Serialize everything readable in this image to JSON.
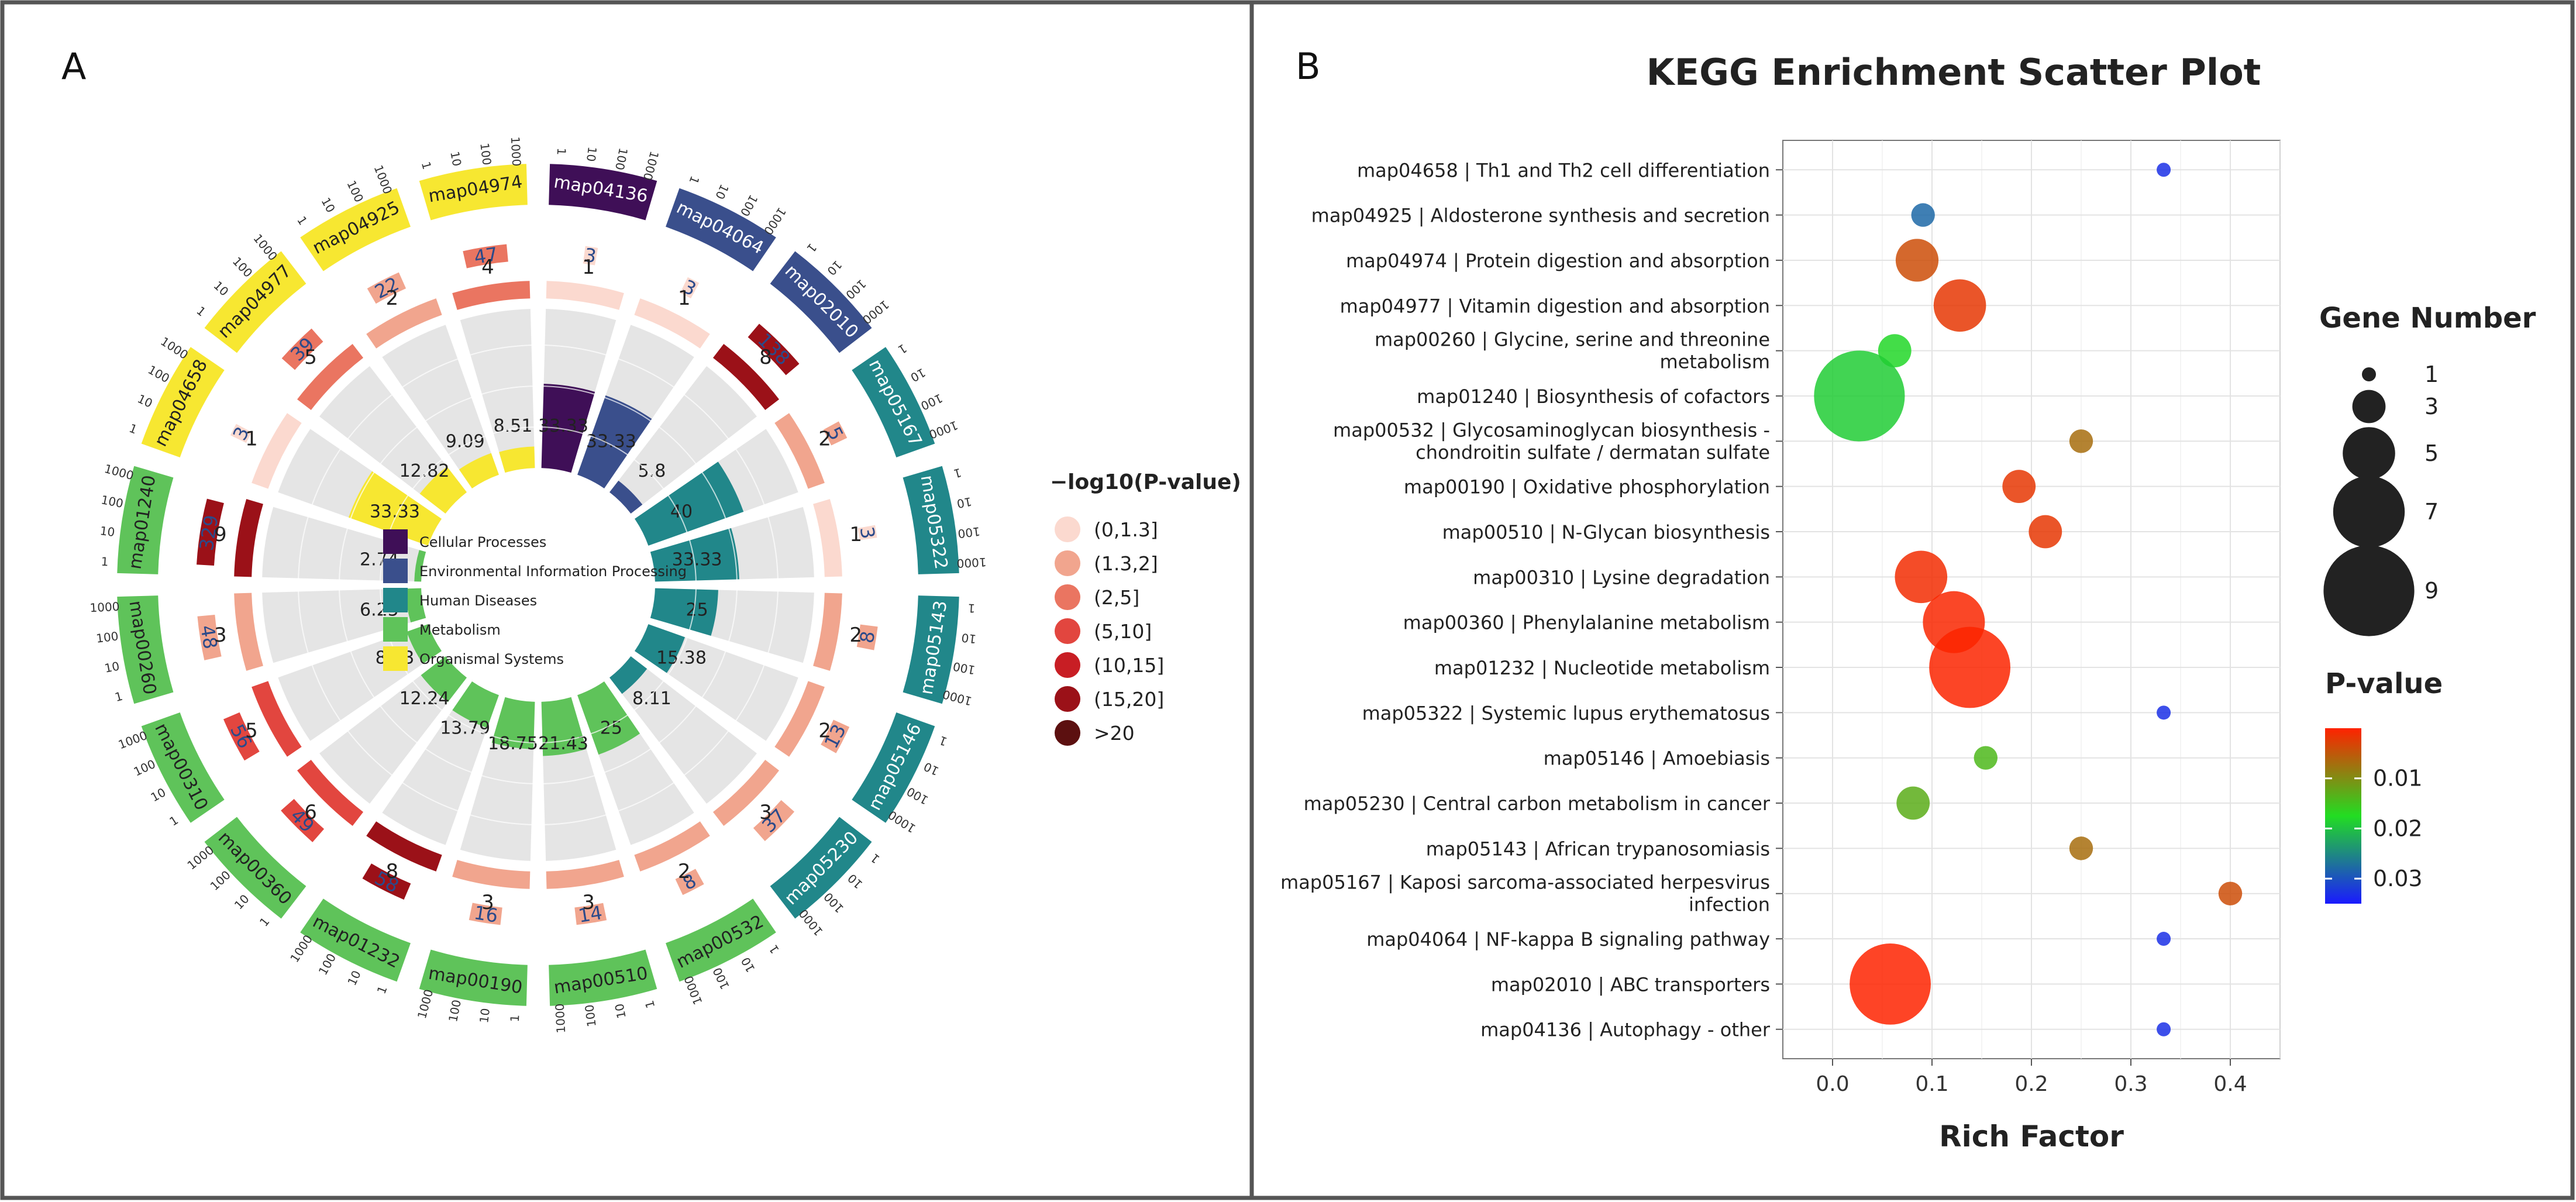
{
  "panels": {
    "a_label": "A",
    "b_label": "B"
  },
  "colors": {
    "background_ring": "#e5e5e5",
    "frame": "#555555",
    "categories": {
      "Cellular Processes": "#3f0f57",
      "Environmental Information Processing": "#3a4f8c",
      "Human Diseases": "#21878a",
      "Metabolism": "#5fc35a",
      "Organismal Systems": "#f7e731"
    },
    "pvalue_scale": [
      "#fbd9cf",
      "#f1a58e",
      "#ea7561",
      "#e2463f",
      "#c81e24",
      "#9b1118",
      "#5c1010"
    ],
    "gradient": [
      "#ff2200",
      "#22dd22",
      "#1a1aff"
    ]
  },
  "chart_data": [
    {
      "type": "circos",
      "legend_title": "−log10(P-value)",
      "legend_bins": [
        "(0,1.3]",
        "(1.3,2]",
        "(2,5]",
        "(5,10]",
        "(10,15]",
        "(15,20]",
        ">20"
      ],
      "center_legend": [
        "Cellular Processes",
        "Environmental Information Processing",
        "Human Diseases",
        "Metabolism",
        "Organismal Systems"
      ],
      "scale_ticks": [
        "1",
        "10",
        "100",
        "1000"
      ],
      "sectors": [
        {
          "id": "map04136",
          "category": "Cellular Processes",
          "background_genes": "3",
          "gene_count": "1",
          "rich_pct": "33.33",
          "rich_value": 33.33,
          "bg_log": 0.48,
          "neglog_bin": 1
        },
        {
          "id": "map04064",
          "category": "Environmental Information Processing",
          "background_genes": "3",
          "gene_count": "1",
          "rich_pct": "33.33",
          "rich_value": 33.33,
          "bg_log": 0.48,
          "neglog_bin": 1
        },
        {
          "id": "map02010",
          "category": "Environmental Information Processing",
          "background_genes": "138",
          "gene_count": "8",
          "rich_pct": "5.8",
          "rich_value": 5.8,
          "bg_log": 2.14,
          "neglog_bin": 6
        },
        {
          "id": "map05167",
          "category": "Human Diseases",
          "background_genes": "5",
          "gene_count": "2",
          "rich_pct": "40",
          "rich_value": 40,
          "bg_log": 0.7,
          "neglog_bin": 2
        },
        {
          "id": "map05322",
          "category": "Human Diseases",
          "background_genes": "3",
          "gene_count": "1",
          "rich_pct": "33.33",
          "rich_value": 33.33,
          "bg_log": 0.48,
          "neglog_bin": 1
        },
        {
          "id": "map05143",
          "category": "Human Diseases",
          "background_genes": "8",
          "gene_count": "2",
          "rich_pct": "25",
          "rich_value": 25,
          "bg_log": 0.9,
          "neglog_bin": 2
        },
        {
          "id": "map05146",
          "category": "Human Diseases",
          "background_genes": "13",
          "gene_count": "2",
          "rich_pct": "15.38",
          "rich_value": 15.38,
          "bg_log": 1.11,
          "neglog_bin": 2
        },
        {
          "id": "map05230",
          "category": "Human Diseases",
          "background_genes": "37",
          "gene_count": "3",
          "rich_pct": "8.11",
          "rich_value": 8.11,
          "bg_log": 1.57,
          "neglog_bin": 2
        },
        {
          "id": "map00532",
          "category": "Metabolism",
          "background_genes": "8",
          "gene_count": "2",
          "rich_pct": "25",
          "rich_value": 25,
          "bg_log": 0.9,
          "neglog_bin": 2
        },
        {
          "id": "map00510",
          "category": "Metabolism",
          "background_genes": "14",
          "gene_count": "3",
          "rich_pct": "21.43",
          "rich_value": 21.43,
          "bg_log": 1.15,
          "neglog_bin": 2
        },
        {
          "id": "map00190",
          "category": "Metabolism",
          "background_genes": "16",
          "gene_count": "3",
          "rich_pct": "18.75",
          "rich_value": 18.75,
          "bg_log": 1.2,
          "neglog_bin": 2
        },
        {
          "id": "map01232",
          "category": "Metabolism",
          "background_genes": "58",
          "gene_count": "8",
          "rich_pct": "13.79",
          "rich_value": 13.79,
          "bg_log": 1.76,
          "neglog_bin": 6
        },
        {
          "id": "map00360",
          "category": "Metabolism",
          "background_genes": "49",
          "gene_count": "6",
          "rich_pct": "12.24",
          "rich_value": 12.24,
          "bg_log": 1.69,
          "neglog_bin": 4
        },
        {
          "id": "map00310",
          "category": "Metabolism",
          "background_genes": "56",
          "gene_count": "5",
          "rich_pct": "8.93",
          "rich_value": 8.93,
          "bg_log": 1.75,
          "neglog_bin": 4
        },
        {
          "id": "map00260",
          "category": "Metabolism",
          "background_genes": "48",
          "gene_count": "3",
          "rich_pct": "6.25",
          "rich_value": 6.25,
          "bg_log": 1.68,
          "neglog_bin": 2
        },
        {
          "id": "map01240",
          "category": "Metabolism",
          "background_genes": "329",
          "gene_count": "9",
          "rich_pct": "2.74",
          "rich_value": 2.74,
          "bg_log": 2.52,
          "neglog_bin": 6
        },
        {
          "id": "map04658",
          "category": "Organismal Systems",
          "background_genes": "3",
          "gene_count": "1",
          "rich_pct": "33.33",
          "rich_value": 33.33,
          "bg_log": 0.48,
          "neglog_bin": 1
        },
        {
          "id": "map04977",
          "category": "Organismal Systems",
          "background_genes": "39",
          "gene_count": "5",
          "rich_pct": "12.82",
          "rich_value": 12.82,
          "bg_log": 1.59,
          "neglog_bin": 3
        },
        {
          "id": "map04925",
          "category": "Organismal Systems",
          "background_genes": "22",
          "gene_count": "2",
          "rich_pct": "9.09",
          "rich_value": 9.09,
          "bg_log": 1.34,
          "neglog_bin": 2
        },
        {
          "id": "map04974",
          "category": "Organismal Systems",
          "background_genes": "47",
          "gene_count": "4",
          "rich_pct": "8.51",
          "rich_value": 8.51,
          "bg_log": 1.67,
          "neglog_bin": 3
        }
      ]
    },
    {
      "type": "scatter",
      "title": "KEGG Enrichment Scatter Plot",
      "xlabel": "Rich Factor",
      "xlim": [
        -0.05,
        0.45
      ],
      "xticks": [
        0.0,
        0.1,
        0.2,
        0.3,
        0.4
      ],
      "xtick_labels": [
        "0.0",
        "0.1",
        "0.2",
        "0.3",
        "0.4"
      ],
      "grid": true,
      "size_legend_title": "Gene Number",
      "size_legend": [
        1,
        3,
        5,
        7,
        9
      ],
      "size_legend_labels": [
        "1",
        "3",
        "5",
        "7",
        "9"
      ],
      "color_legend_title": "P-value",
      "color_range": [
        0.0,
        0.035
      ],
      "color_ticks": [
        0.01,
        0.02,
        0.03
      ],
      "color_tick_labels": [
        "0.01",
        "0.02",
        "0.03"
      ],
      "points": [
        {
          "label": [
            "map04658 | Th1 and Th2 cell differentiation"
          ],
          "x": 0.333,
          "genes": 1,
          "p": 0.033
        },
        {
          "label": [
            "map04925 | Aldosterone synthesis and secretion"
          ],
          "x": 0.091,
          "genes": 2,
          "p": 0.028
        },
        {
          "label": [
            "map04974 | Protein digestion and absorption"
          ],
          "x": 0.085,
          "genes": 4,
          "p": 0.004
        },
        {
          "label": [
            "map04977 | Vitamin digestion and absorption"
          ],
          "x": 0.128,
          "genes": 5,
          "p": 0.002
        },
        {
          "label": [
            "map00260 | Glycine, serine and threonine",
            "metabolism"
          ],
          "x": 0.0625,
          "genes": 3,
          "p": 0.018
        },
        {
          "label": [
            "map01240 | Biosynthesis of cofactors"
          ],
          "x": 0.027,
          "genes": 9,
          "p": 0.019
        },
        {
          "label": [
            "map00532 | Glycosaminoglycan biosynthesis -",
            "chondroitin sulfate / dermatan sulfate"
          ],
          "x": 0.25,
          "genes": 2,
          "p": 0.007
        },
        {
          "label": [
            "map00190 | Oxidative phosphorylation"
          ],
          "x": 0.1875,
          "genes": 3,
          "p": 0.002
        },
        {
          "label": [
            "map00510 | N-Glycan biosynthesis"
          ],
          "x": 0.214,
          "genes": 3,
          "p": 0.002
        },
        {
          "label": [
            "map00310 | Lysine degradation"
          ],
          "x": 0.089,
          "genes": 5,
          "p": 0.001
        },
        {
          "label": [
            "map00360 | Phenylalanine metabolism"
          ],
          "x": 0.122,
          "genes": 6,
          "p": 0.0005
        },
        {
          "label": [
            "map01232 | Nucleotide metabolism"
          ],
          "x": 0.138,
          "genes": 8,
          "p": 0.0002
        },
        {
          "label": [
            "map05322 | Systemic lupus erythematosus"
          ],
          "x": 0.333,
          "genes": 1,
          "p": 0.033
        },
        {
          "label": [
            "map05146 | Amoebiasis"
          ],
          "x": 0.154,
          "genes": 2,
          "p": 0.014
        },
        {
          "label": [
            "map05230 | Central carbon metabolism in cancer"
          ],
          "x": 0.081,
          "genes": 3,
          "p": 0.013
        },
        {
          "label": [
            "map05143 | African trypanosomiasis"
          ],
          "x": 0.25,
          "genes": 2,
          "p": 0.007
        },
        {
          "label": [
            "map05167 | Kaposi sarcoma-associated herpesvirus",
            "infection"
          ],
          "x": 0.4,
          "genes": 2,
          "p": 0.004
        },
        {
          "label": [
            "map04064 | NF-kappa B signaling pathway"
          ],
          "x": 0.333,
          "genes": 1,
          "p": 0.033
        },
        {
          "label": [
            "map02010 | ABC transporters"
          ],
          "x": 0.058,
          "genes": 8,
          "p": 0.0001
        },
        {
          "label": [
            "map04136 | Autophagy - other"
          ],
          "x": 0.333,
          "genes": 1,
          "p": 0.033
        }
      ]
    }
  ]
}
